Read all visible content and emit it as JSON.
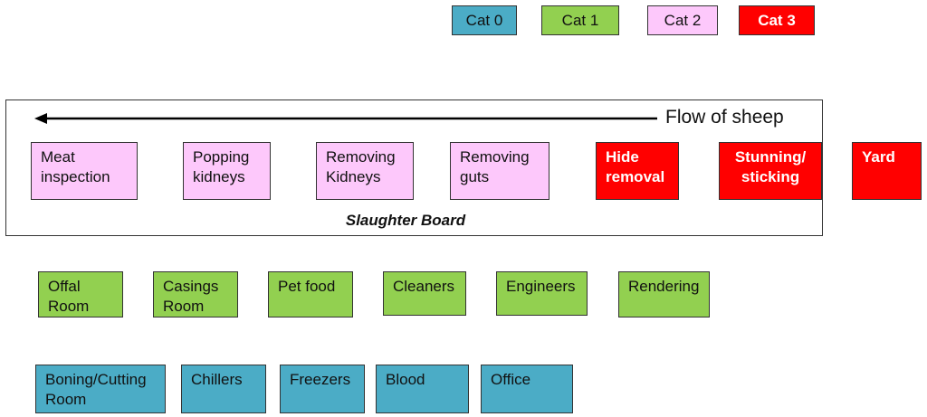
{
  "legend": [
    {
      "id": "cat0",
      "label": "Cat 0"
    },
    {
      "id": "cat1",
      "label": "Cat 1"
    },
    {
      "id": "cat2",
      "label": "Cat 2"
    },
    {
      "id": "cat3",
      "label": "Cat 3"
    }
  ],
  "colors": {
    "cat0": "#4bacc6",
    "cat1": "#92d050",
    "cat2": "#fdc8fb",
    "cat3": "#ff0000"
  },
  "flow": {
    "label": "Flow of sheep",
    "direction": "right-to-left"
  },
  "slaughter_board": {
    "title": "Slaughter Board",
    "steps": [
      {
        "label": "Meat\ninspection",
        "category": "cat2"
      },
      {
        "label": "Popping\nkidneys",
        "category": "cat2"
      },
      {
        "label": "Removing\nKidneys",
        "category": "cat2"
      },
      {
        "label": "Removing\nguts",
        "category": "cat2"
      },
      {
        "label": "Hide\nremoval",
        "category": "cat3"
      },
      {
        "label": "Stunning/\nsticking",
        "category": "cat3"
      }
    ]
  },
  "yard": {
    "label": "Yard",
    "category": "cat3"
  },
  "cat1_areas": [
    {
      "label": "Offal\nRoom"
    },
    {
      "label": "Casings\nRoom"
    },
    {
      "label": "Pet food"
    },
    {
      "label": "Cleaners"
    },
    {
      "label": "Engineers"
    },
    {
      "label": "Rendering"
    }
  ],
  "cat0_areas": [
    {
      "label": "Boning/Cutting\nRoom"
    },
    {
      "label": "Chillers"
    },
    {
      "label": "Freezers"
    },
    {
      "label": "Blood"
    },
    {
      "label": "Office"
    }
  ]
}
